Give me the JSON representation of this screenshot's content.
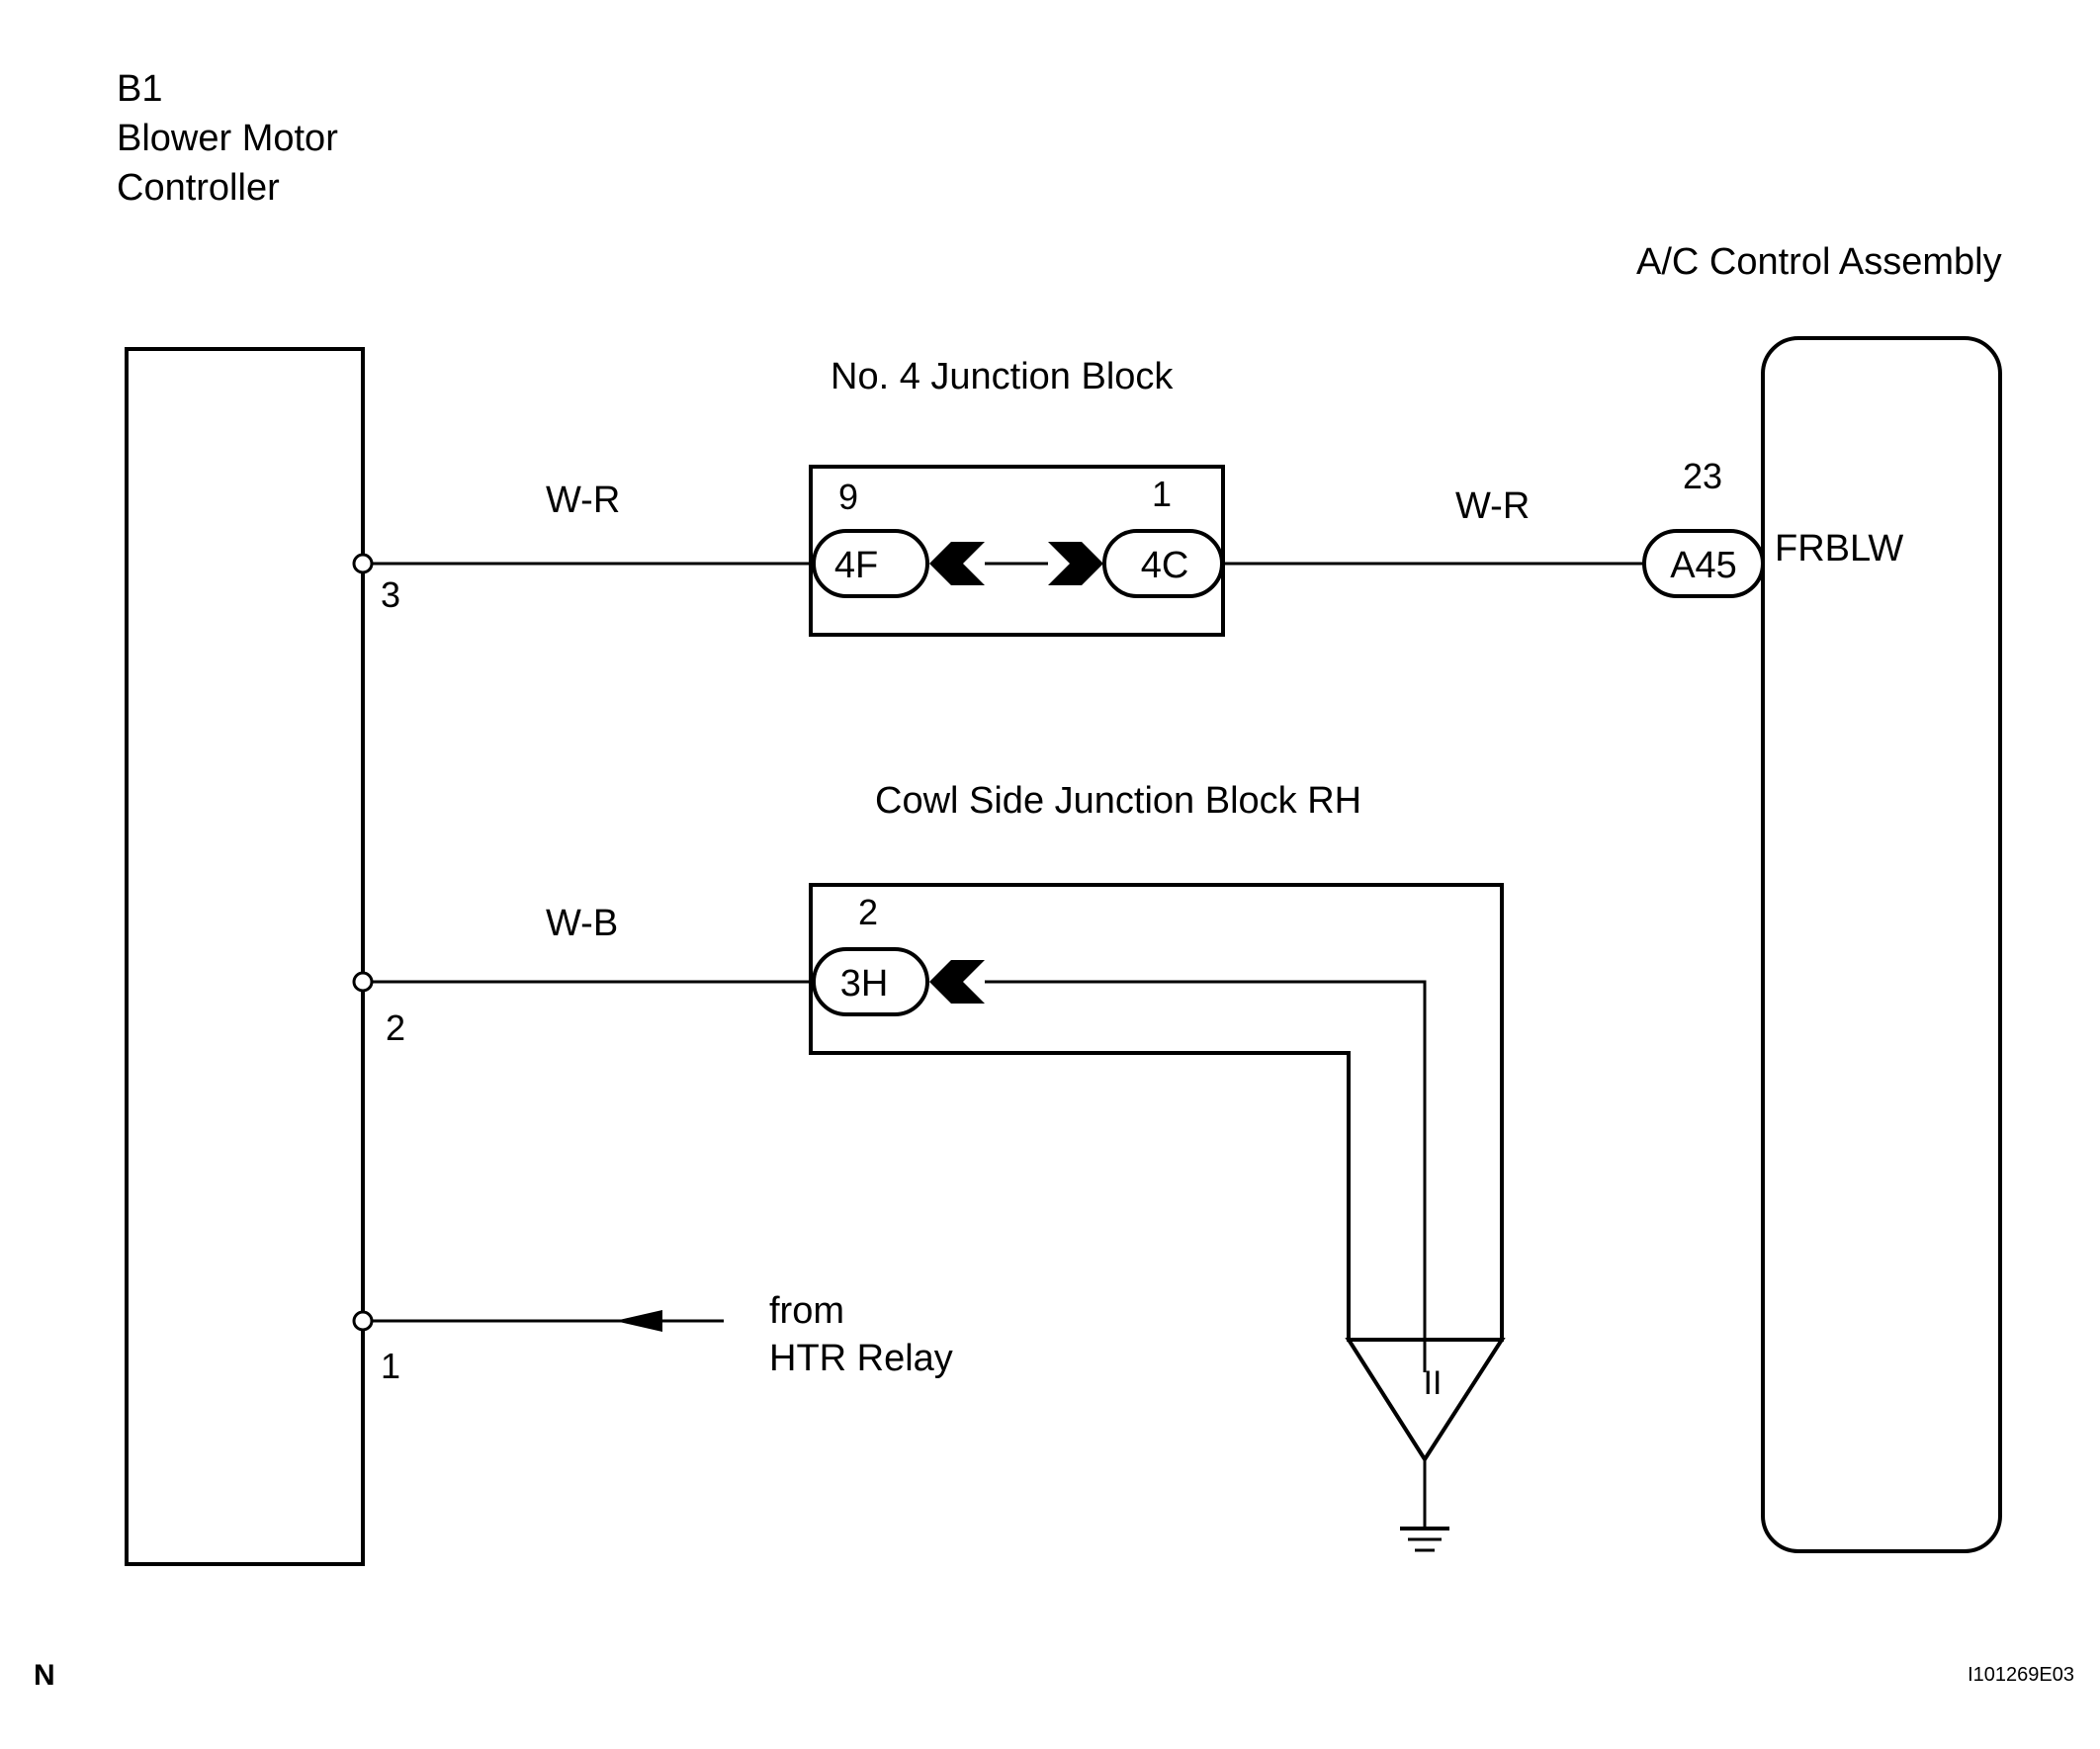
{
  "controller": {
    "code": "B1",
    "name_line1": "Blower Motor",
    "name_line2": "Controller"
  },
  "ac_control": {
    "name": "A/C Control Assembly",
    "pin_number": "23",
    "connector": "A45",
    "terminal": "FRBLW"
  },
  "junction_block_4": {
    "title": "No. 4 Junction Block",
    "left_pin": "9",
    "left_connector": "4F",
    "right_pin": "1",
    "right_connector": "4C"
  },
  "cowl_junction": {
    "title": "Cowl Side Junction Block RH",
    "pin": "2",
    "connector": "3H",
    "ground_symbol": "II"
  },
  "wires": {
    "wire_3_left": "W-R",
    "wire_3_right": "W-R",
    "wire_2": "W-B"
  },
  "controller_pins": {
    "pin_3": "3",
    "pin_2": "2",
    "pin_1": "1"
  },
  "htr_feed": {
    "line1": "from",
    "line2": "HTR Relay"
  },
  "footer": {
    "left_mark": "N",
    "figure_id": "I101269E03"
  }
}
